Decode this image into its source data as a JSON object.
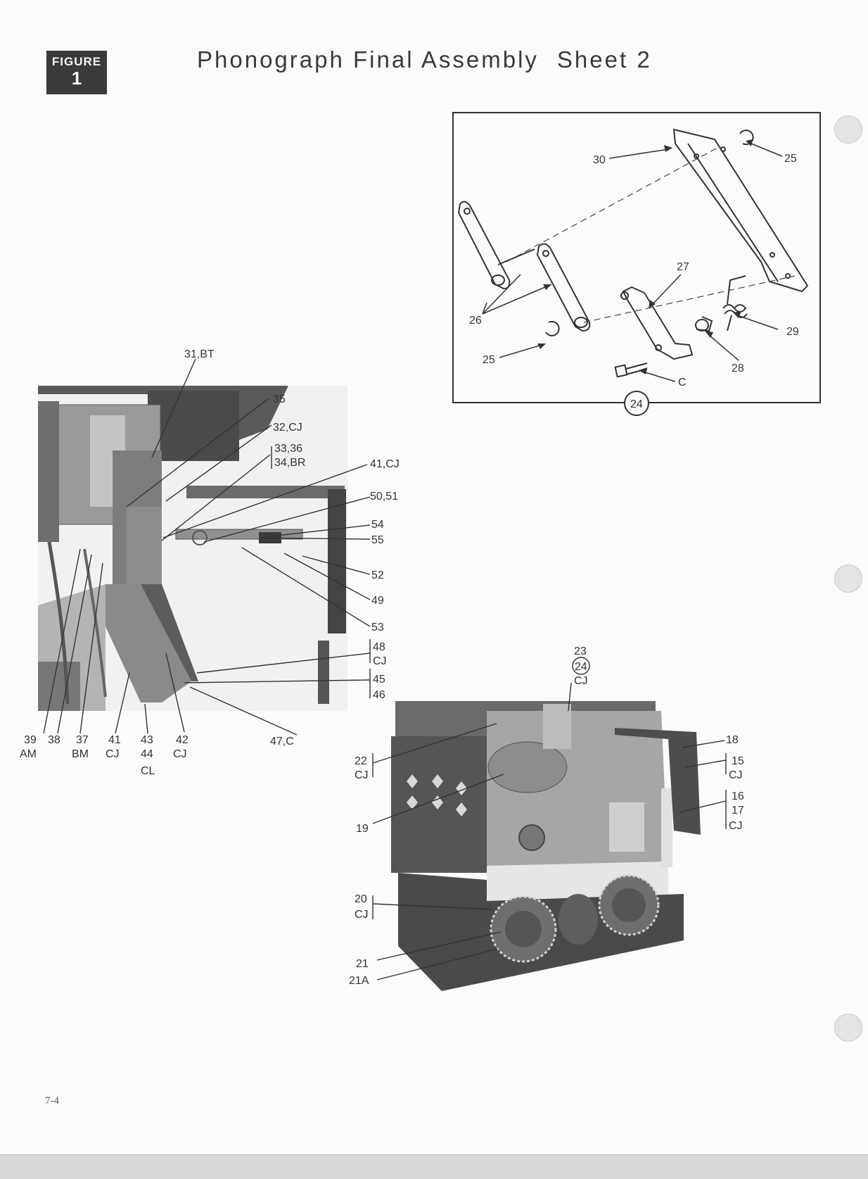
{
  "figure_badge": {
    "word": "FIGURE",
    "number": "1"
  },
  "title": {
    "main": "Phonograph Final Assembly",
    "sheet": "Sheet 2"
  },
  "page_number": "7-4",
  "inset": {
    "circle_label": "24",
    "labels": {
      "l30": "30",
      "l25a": "25",
      "l26": "26",
      "l27": "27",
      "l29": "29",
      "l25b": "25",
      "l28": "28",
      "lC": "C"
    }
  },
  "mechanism": {
    "labels": {
      "l31": "31,BT",
      "l35": "35",
      "l32": "32,CJ",
      "l33": "33,36",
      "l34": "34,BR",
      "l41cj": "41,CJ",
      "l50": "50,51",
      "l54": "54",
      "l55": "55",
      "l52": "52",
      "l49": "49",
      "l53": "53",
      "l48": "48",
      "l48cj": "CJ",
      "l45": "45",
      "l46": "46",
      "l47": "47,C",
      "l39": "39",
      "lAM": "AM",
      "l38": "38",
      "l37": "37",
      "lBM": "BM",
      "l41": "41",
      "l41b": "CJ",
      "l43": "43",
      "l44": "44",
      "lCL": "CL",
      "l42": "42",
      "l42b": "CJ"
    }
  },
  "cabinet": {
    "labels": {
      "l23": "23",
      "l24": "24",
      "l23cj": "CJ",
      "l22": "22",
      "l22cj": "CJ",
      "l18": "18",
      "l15": "15",
      "l15cj": "CJ",
      "l16": "16",
      "l17": "17",
      "l17cj": "CJ",
      "l19": "19",
      "l20": "20",
      "l20cj": "CJ",
      "l21": "21",
      "l21a": "21A"
    }
  }
}
